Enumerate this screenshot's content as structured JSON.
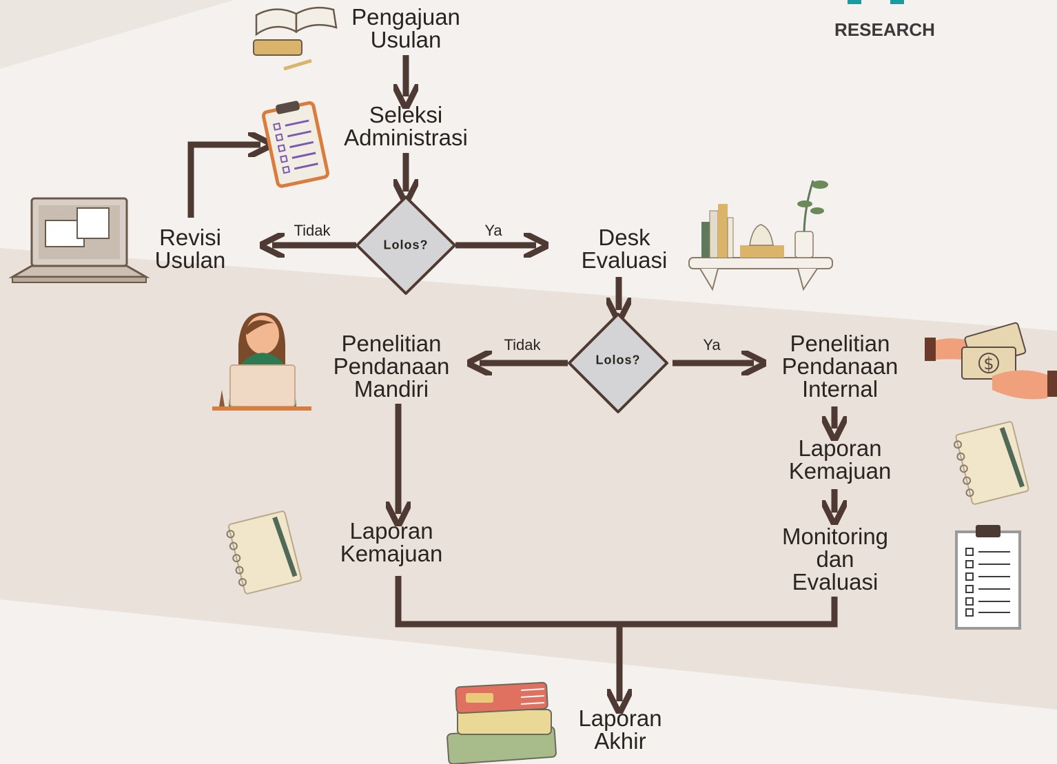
{
  "brand": {
    "text": "RESEARCH",
    "accent": "#1b9aa0"
  },
  "colors": {
    "arrow": "#4e3a32",
    "diamond_fill": "#d4d4d6",
    "diamond_stroke": "#4e3a32",
    "band": "#e9e1da",
    "background": "#f4f1ee"
  },
  "nodes": {
    "pengajuan": [
      "Pengajuan",
      "Usulan"
    ],
    "seleksi": [
      "Seleksi",
      "Administrasi"
    ],
    "revisi": [
      "Revisi",
      "Usulan"
    ],
    "desk": [
      "Desk",
      "Evaluasi"
    ],
    "mandiri": [
      "Penelitian",
      "Pendanaan",
      "Mandiri"
    ],
    "internal": [
      "Penelitian",
      "Pendanaan",
      "Internal"
    ],
    "laporan_kemajuan_left": [
      "Laporan",
      "Kemajuan"
    ],
    "laporan_kemajuan_right": [
      "Laporan",
      "Kemajuan"
    ],
    "monev": [
      "Monitoring",
      "dan",
      "Evaluasi"
    ],
    "laporan_akhir": [
      "Laporan",
      "Akhir"
    ]
  },
  "decisions": {
    "d1": {
      "label": "Lolos?",
      "no": "Tidak",
      "yes": "Ya"
    },
    "d2": {
      "label": "Lolos?",
      "no": "Tidak",
      "yes": "Ya"
    }
  },
  "icons": [
    "open-book-icon",
    "clipboard-checklist-icon",
    "laptop-icon",
    "bookshelf-icon",
    "woman-laptop-icon",
    "money-hands-icon",
    "notebook-pen-icon",
    "checklist-board-icon",
    "books-stack-icon"
  ]
}
